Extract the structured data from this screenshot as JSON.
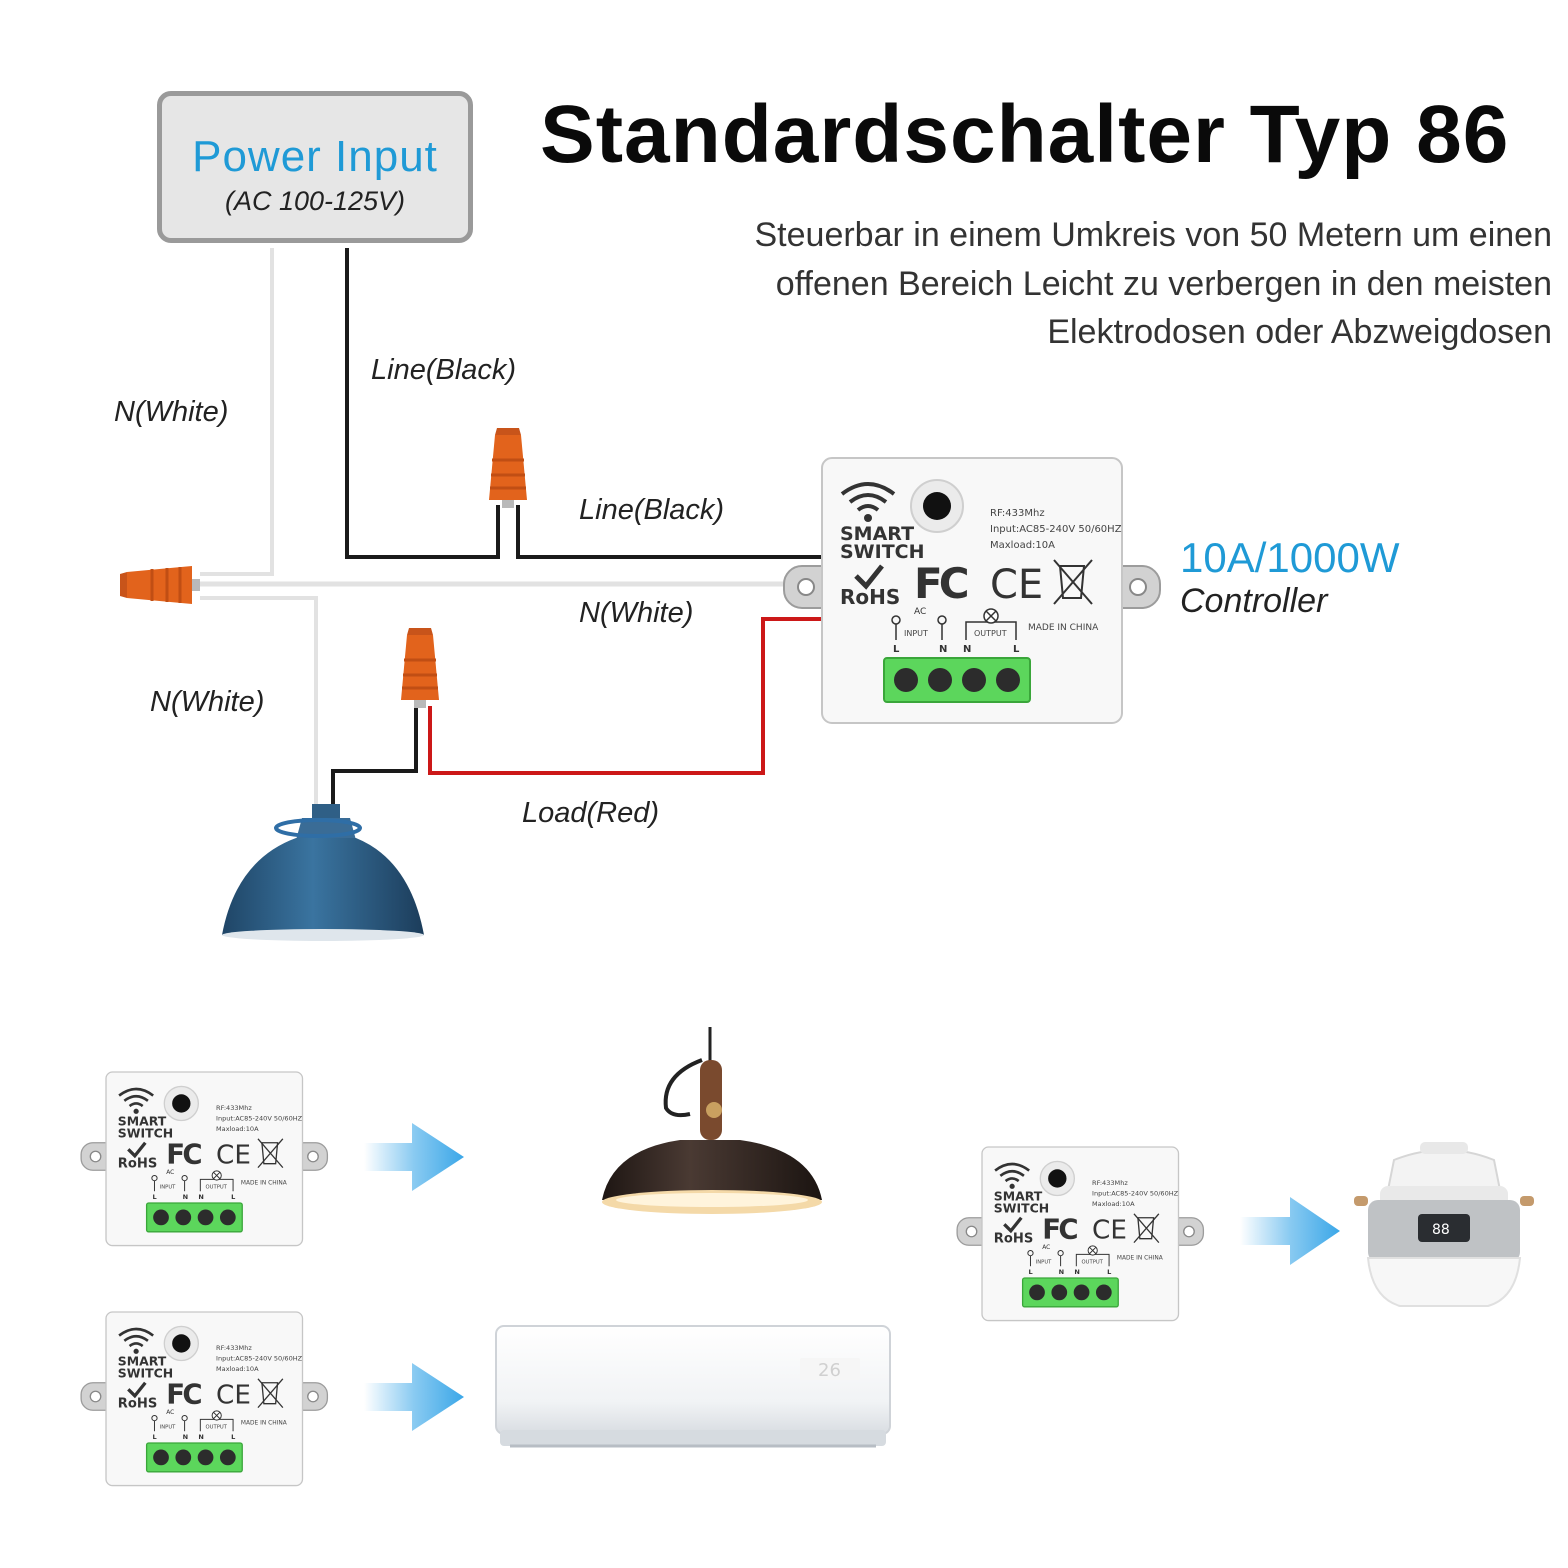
{
  "title": "Standardschalter Typ 86",
  "subtitle_lines": [
    "Steuerbar in einem Umkreis von 50 Metern um einen",
    "offenen Bereich Leicht zu  verbergen in den meisten",
    "Elektrodosen oder Abzweigdosen"
  ],
  "power_input": {
    "title": "Power Input",
    "voltage": "(AC 100-125V)"
  },
  "wire_labels": {
    "line_black_top": "Line(Black)",
    "line_black_mid": "Line(Black)",
    "n_white_top": "N(White)",
    "n_white_mid": "N(White)",
    "n_white_lamp": "N(White)",
    "load_red": "Load(Red)"
  },
  "controller": {
    "rating": "10A/1000W",
    "label": "Controller"
  },
  "switch_module": {
    "brand_line1": "SMART",
    "brand_line2": "SWITCH",
    "spec_rf": "RF:433Mhz",
    "spec_input": "Input:AC85-240V 50/60HZ",
    "spec_maxload": "Maxload:10A",
    "rohs": "RoHS",
    "fc": "FC",
    "ce": "CE",
    "ac": "AC",
    "input_label": "INPUT",
    "output_label": "OUTPUT",
    "made_in": "MADE IN CHINA",
    "terminals": [
      "L",
      "N",
      "N",
      "L"
    ]
  },
  "ac_display": "26",
  "cooker_display": "88",
  "colors": {
    "accent_blue": "#1f9ad6",
    "wire_black": "#1a1a1a",
    "wire_white": "#e2e2e2",
    "wire_red": "#cc1818",
    "connector_orange": "#e2631c",
    "terminal_green": "#5cd65c",
    "lamp_blue": "#2f5f86",
    "arrow_blue": "#3ba7e8"
  }
}
